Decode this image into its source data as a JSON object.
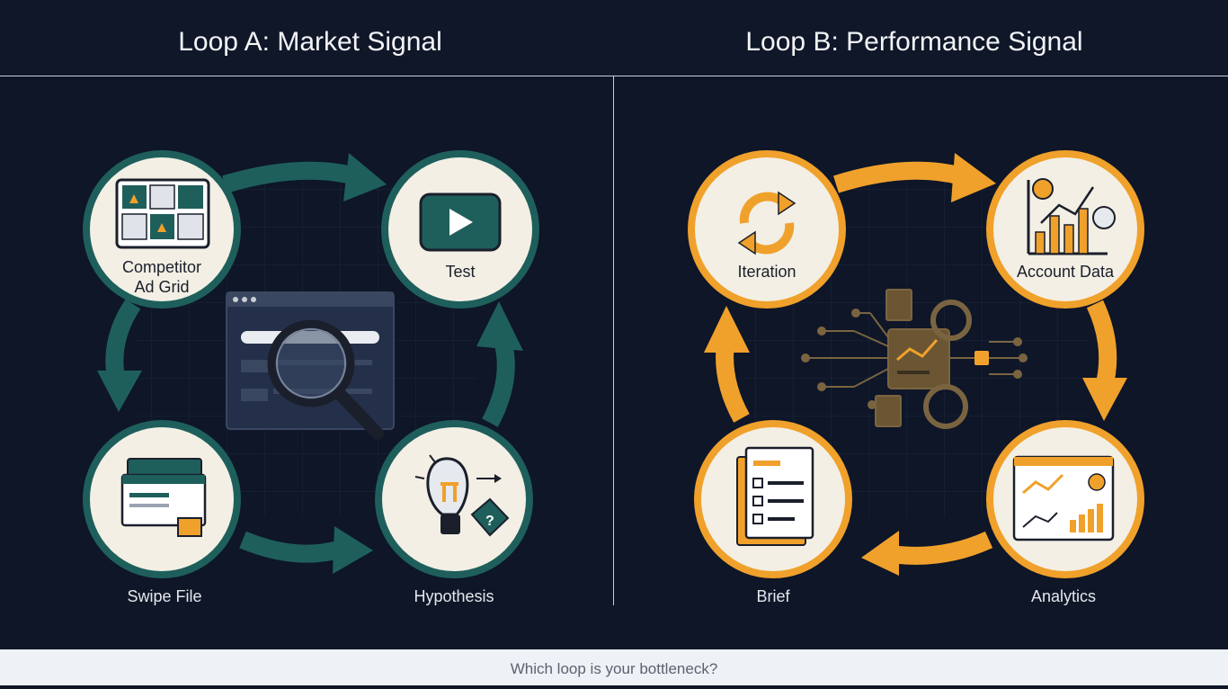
{
  "header": {
    "loop_a_title": "Loop A: Market Signal",
    "loop_b_title": "Loop B: Performance Signal"
  },
  "loop_a": {
    "color": "#1e5f5c",
    "nodes": {
      "competitor_line1": "Competitor",
      "competitor_line2": "Ad Grid",
      "test": "Test",
      "swipe_file": "Swipe File",
      "hypothesis": "Hypothesis"
    }
  },
  "loop_b": {
    "color": "#f0a12b",
    "nodes": {
      "iteration": "Iteration",
      "account_data": "Account Data",
      "brief": "Brief",
      "analytics": "Analytics"
    }
  },
  "footer": {
    "question": "Which loop is your bottleneck?"
  }
}
